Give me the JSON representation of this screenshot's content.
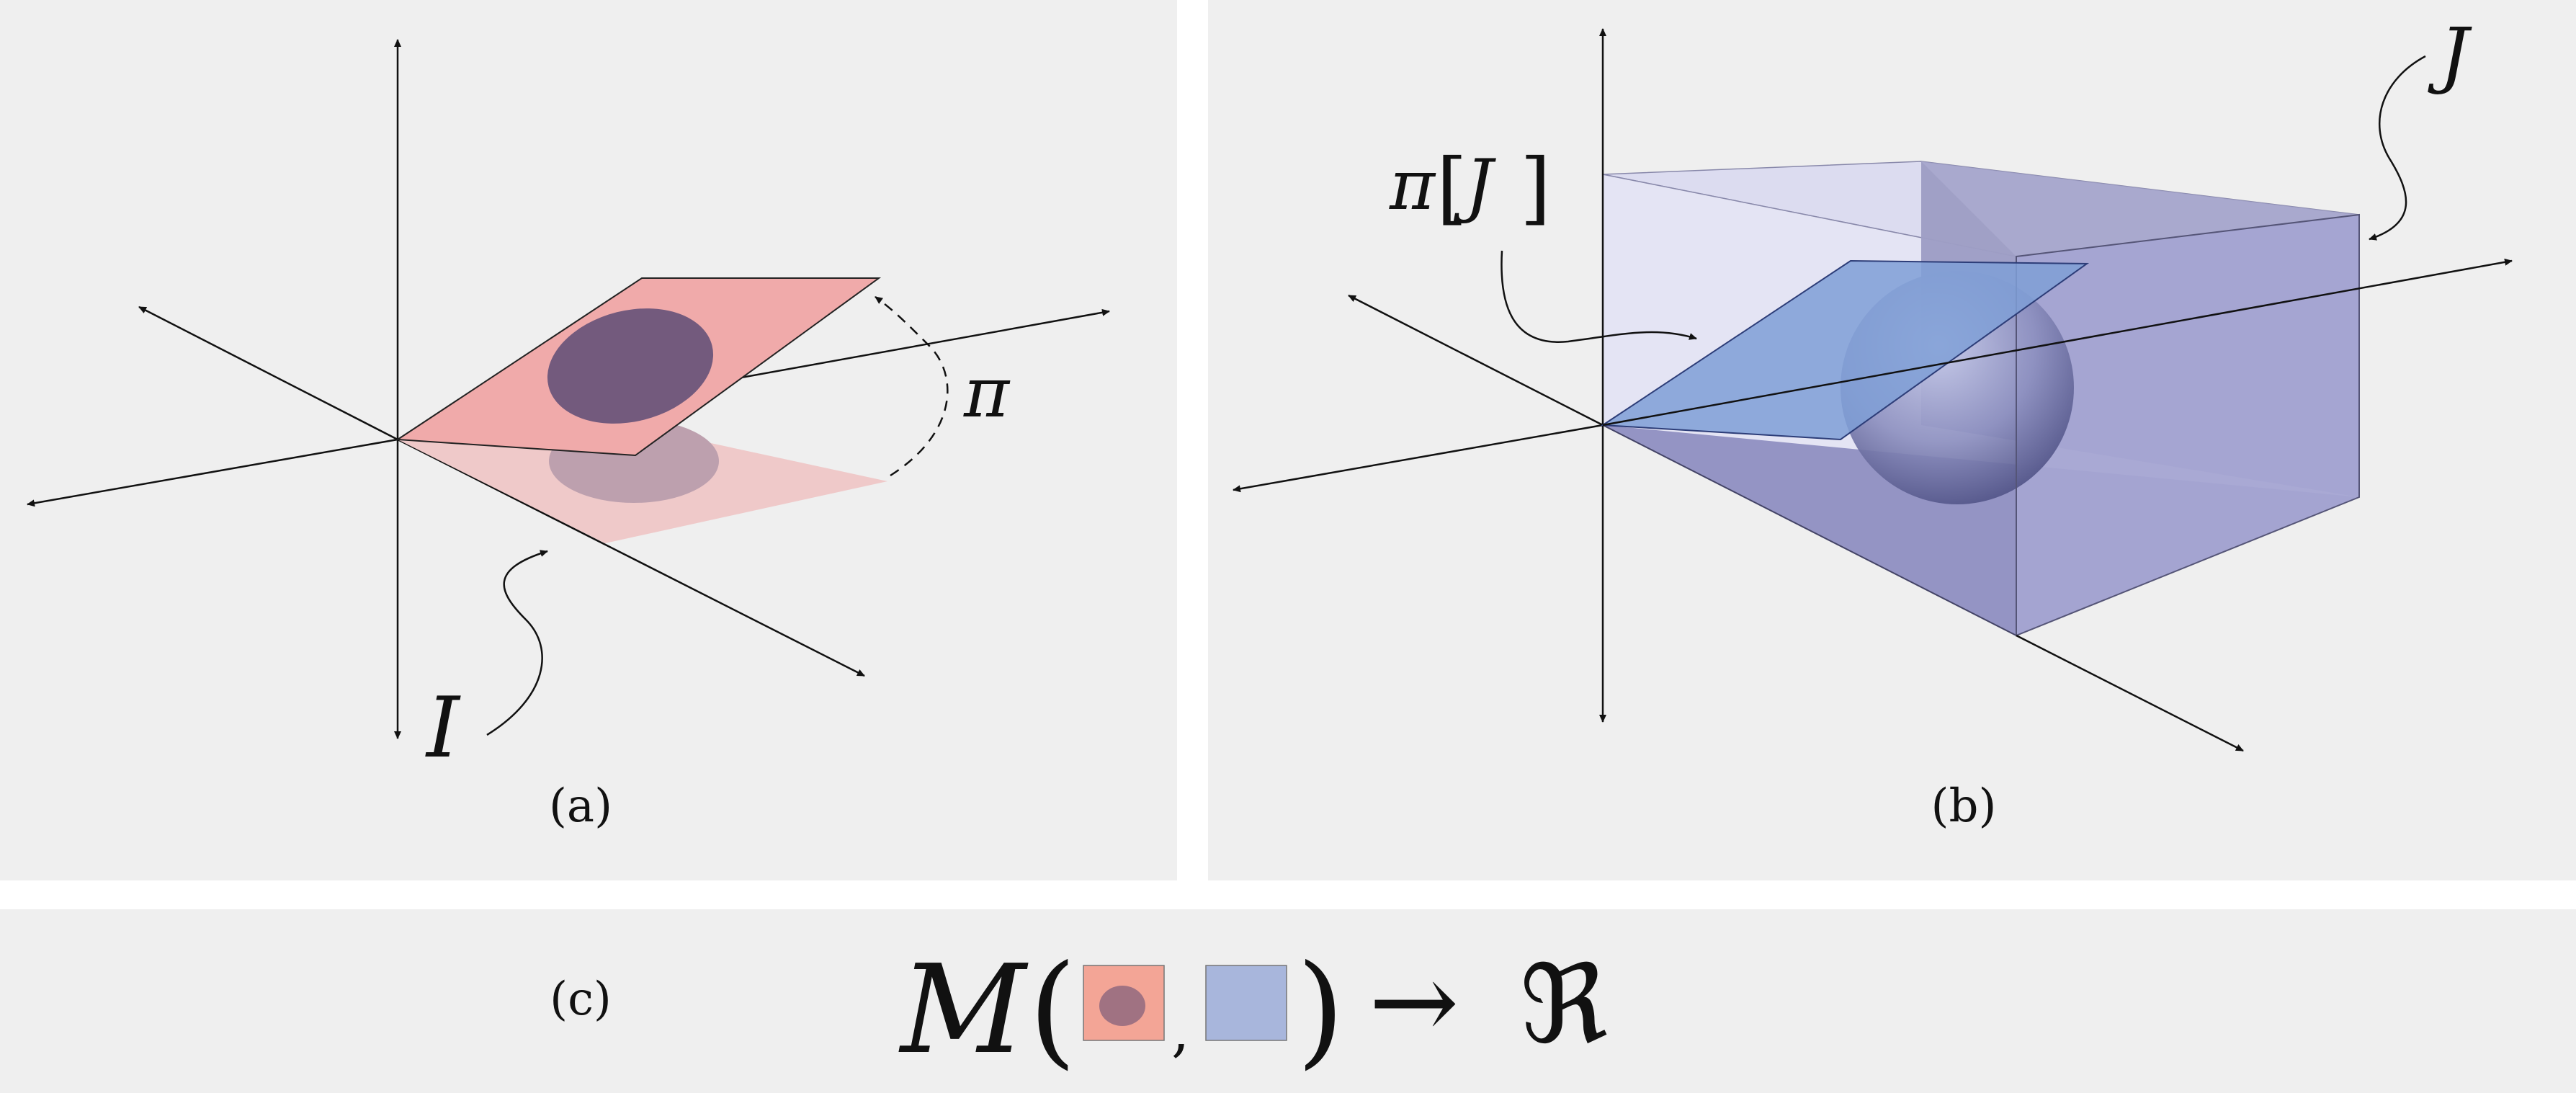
{
  "panel_a": {
    "caption": "(a)",
    "label_I": "I",
    "label_pi": "π"
  },
  "panel_b": {
    "caption": "(b)",
    "label_J": "J",
    "label_piJ_pi": "π",
    "label_piJ_open": "[",
    "label_piJ_J": "J",
    "label_piJ_close": "]"
  },
  "panel_c": {
    "caption": "(c)",
    "M": "M",
    "open_paren": "(",
    "comma": ",",
    "close_paren": ")",
    "arrow": "→",
    "R": "ℜ"
  },
  "colors": {
    "background": "#efefef",
    "plane_pink": "#f0aaaa",
    "plane_pink_shadow": "#efc9c9",
    "ellipse_purple": "#735a7d",
    "box_purple": "#9a9aca",
    "plane_blue": "#7f9fd6",
    "swatch_blue": "#a8b6dc",
    "swatch_pink": "#f3a596"
  }
}
